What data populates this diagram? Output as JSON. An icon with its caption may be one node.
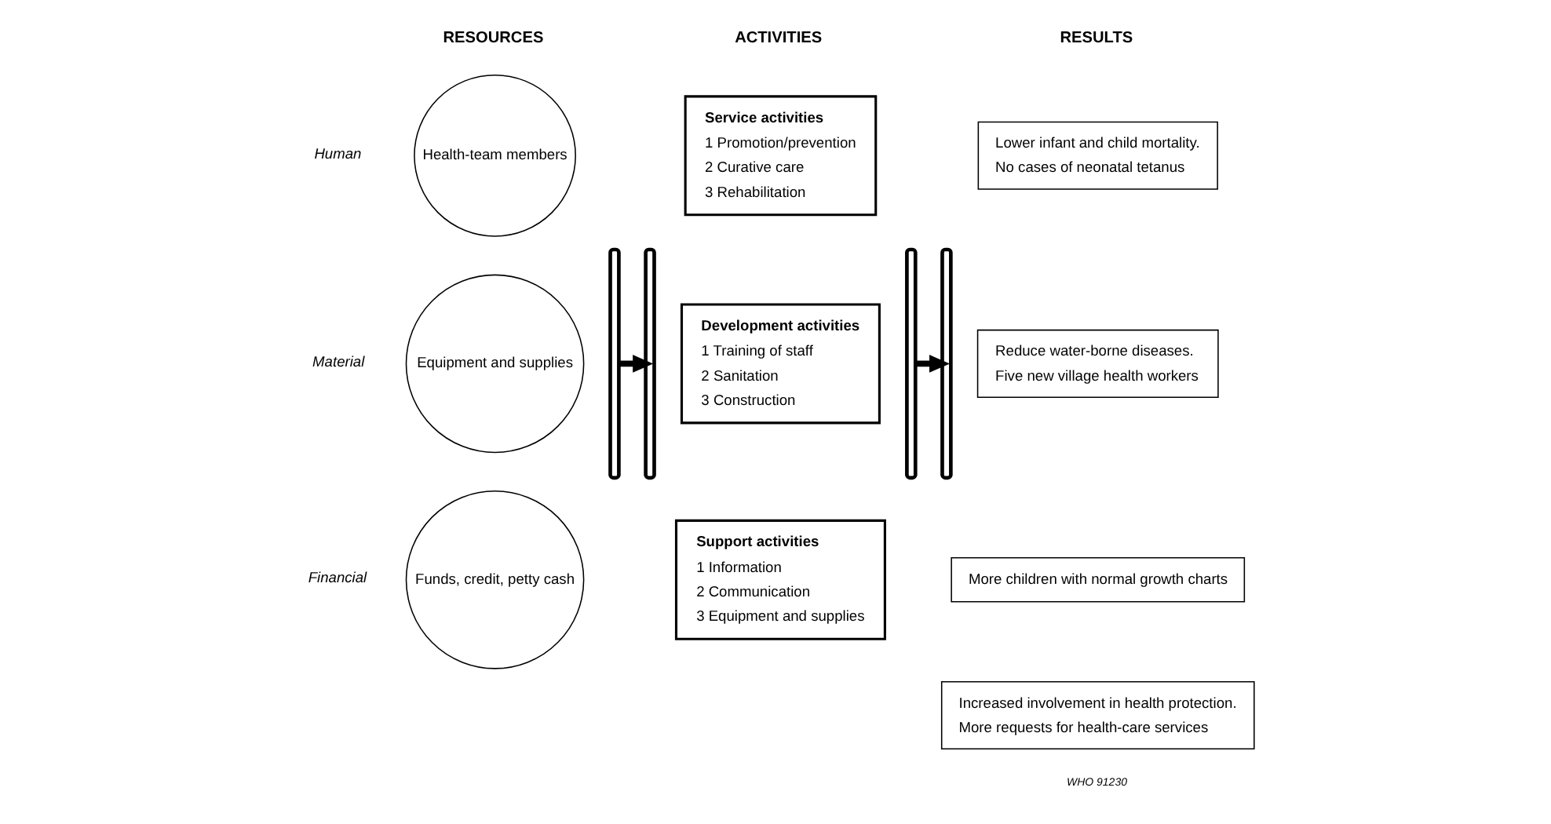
{
  "diagram": {
    "nodes": [
      {
        "text": [
          "Health-team members"
        ],
        "beside": [
          "Human"
        ]
      },
      {
        "text": [
          "Equipment and supplies"
        ],
        "beside": [
          "Material"
        ]
      },
      {
        "text": [
          "Funds, credit, petty cash"
        ],
        "beside": [
          "Financial"
        ]
      },
      {
        "text": [],
        "shape": "brace"
      },
      {
        "text": [],
        "shape": "brace"
      },
      {
        "text": [
          "Service activities",
          "1 Promotion/prevention",
          "2 Curative care",
          "3 Rehabilitation"
        ]
      },
      {
        "text": [
          "Development activities",
          "1 Training of staff",
          "2 Sanitation",
          "3 Construction"
        ]
      },
      {
        "text": [
          "Support activities",
          "1 Information",
          "2 Communication",
          "3 Equipment and supplies"
        ]
      },
      {
        "text": [],
        "shape": "brace"
      },
      {
        "text": [],
        "shape": "brace"
      },
      {
        "text": [
          "Lower infant and child mortality.",
          "No cases of neonatal tetanus"
        ]
      },
      {
        "text": [
          "Reduce water-borne diseases.",
          "Five new village health workers"
        ]
      },
      {
        "text": [
          "More children with normal growth charts"
        ]
      },
      {
        "text": [
          "Increased involvement in health protection.",
          "More requests for health-care services"
        ]
      }
    ],
    "edges": [
      {
        "from": 3,
        "to": 4,
        "arrow": "to"
      },
      {
        "from": 8,
        "to": 9,
        "arrow": "to"
      }
    ],
    "labels": [
      "RESOURCES",
      "ACTIVITIES",
      "RESULTS",
      "WHO 91230"
    ]
  }
}
